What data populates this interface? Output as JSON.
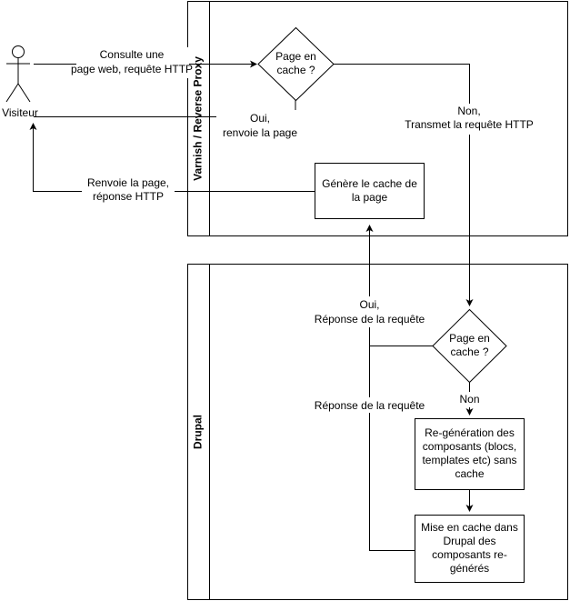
{
  "actor": {
    "label": "Visiteur"
  },
  "lanes": {
    "varnish": {
      "title": "Varnish / Reverse Proxy"
    },
    "drupal": {
      "title": "Drupal"
    }
  },
  "nodes": {
    "varnish_decision": {
      "lines": [
        "Page en",
        "cache ?"
      ]
    },
    "varnish_generate": {
      "lines": [
        "Génère le cache de",
        "la page"
      ]
    },
    "drupal_decision": {
      "lines": [
        "Page en",
        "cache ?"
      ]
    },
    "drupal_regen": {
      "lines": [
        "Re-génération des",
        "composants (blocs,",
        "templates etc) sans",
        "cache"
      ]
    },
    "drupal_store": {
      "lines": [
        "Mise en cache dans",
        "Drupal des",
        "composants re-",
        "générés"
      ]
    }
  },
  "edge_labels": {
    "request": [
      "Consulte une",
      "page web, requête HTTP"
    ],
    "hit_return": [
      "Oui,",
      "renvoie la page"
    ],
    "miss_forward": [
      "Non,",
      "Transmet la requête HTTP"
    ],
    "page_return": [
      "Renvoie la page,",
      "réponse HTTP"
    ],
    "drupal_hit": [
      "Oui,",
      "Réponse de la requête"
    ],
    "drupal_response": [
      "Réponse de la requête"
    ],
    "drupal_miss": [
      "Non"
    ]
  },
  "colors": {
    "stroke": "#000000",
    "fill": "#ffffff"
  }
}
